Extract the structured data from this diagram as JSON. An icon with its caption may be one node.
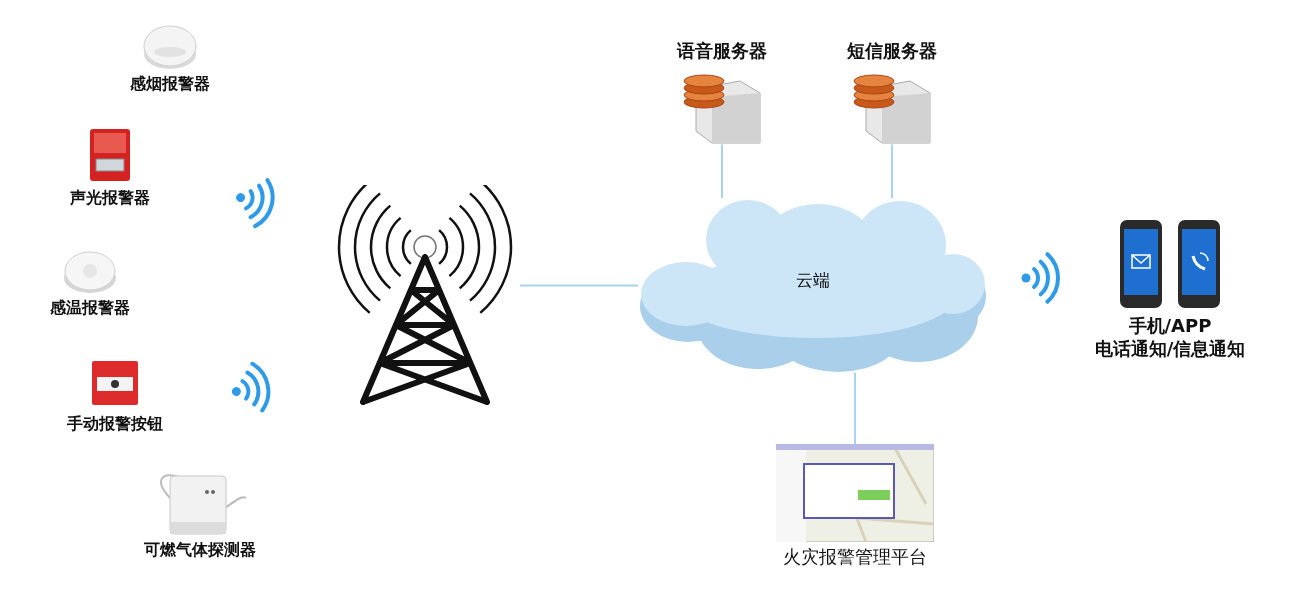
{
  "diagram": {
    "nodes": [
      {
        "text": [
          "感烟报警器"
        ]
      },
      {
        "text": [
          "声光报警器"
        ]
      },
      {
        "text": [
          "感温报警器"
        ]
      },
      {
        "text": [
          "手动报警按钮"
        ]
      },
      {
        "text": [
          "可燃气体探测器"
        ]
      },
      {
        "text": [],
        "shape": "picture"
      },
      {
        "text": [
          "语音服务器"
        ]
      },
      {
        "text": [
          "短信服务器"
        ]
      },
      {
        "text": [
          "云端"
        ]
      },
      {
        "text": [
          "手机/APP",
          "电话通知/信息通知"
        ]
      },
      {
        "text": [
          "火灾报警管理平台"
        ]
      }
    ],
    "edges": [
      {
        "from": 5,
        "to": 8,
        "arrow": "none"
      },
      {
        "from": 6,
        "to": 8,
        "arrow": "none"
      },
      {
        "from": 7,
        "to": 8,
        "arrow": "none"
      },
      {
        "from": 8,
        "to": 10,
        "arrow": "none"
      }
    ]
  }
}
